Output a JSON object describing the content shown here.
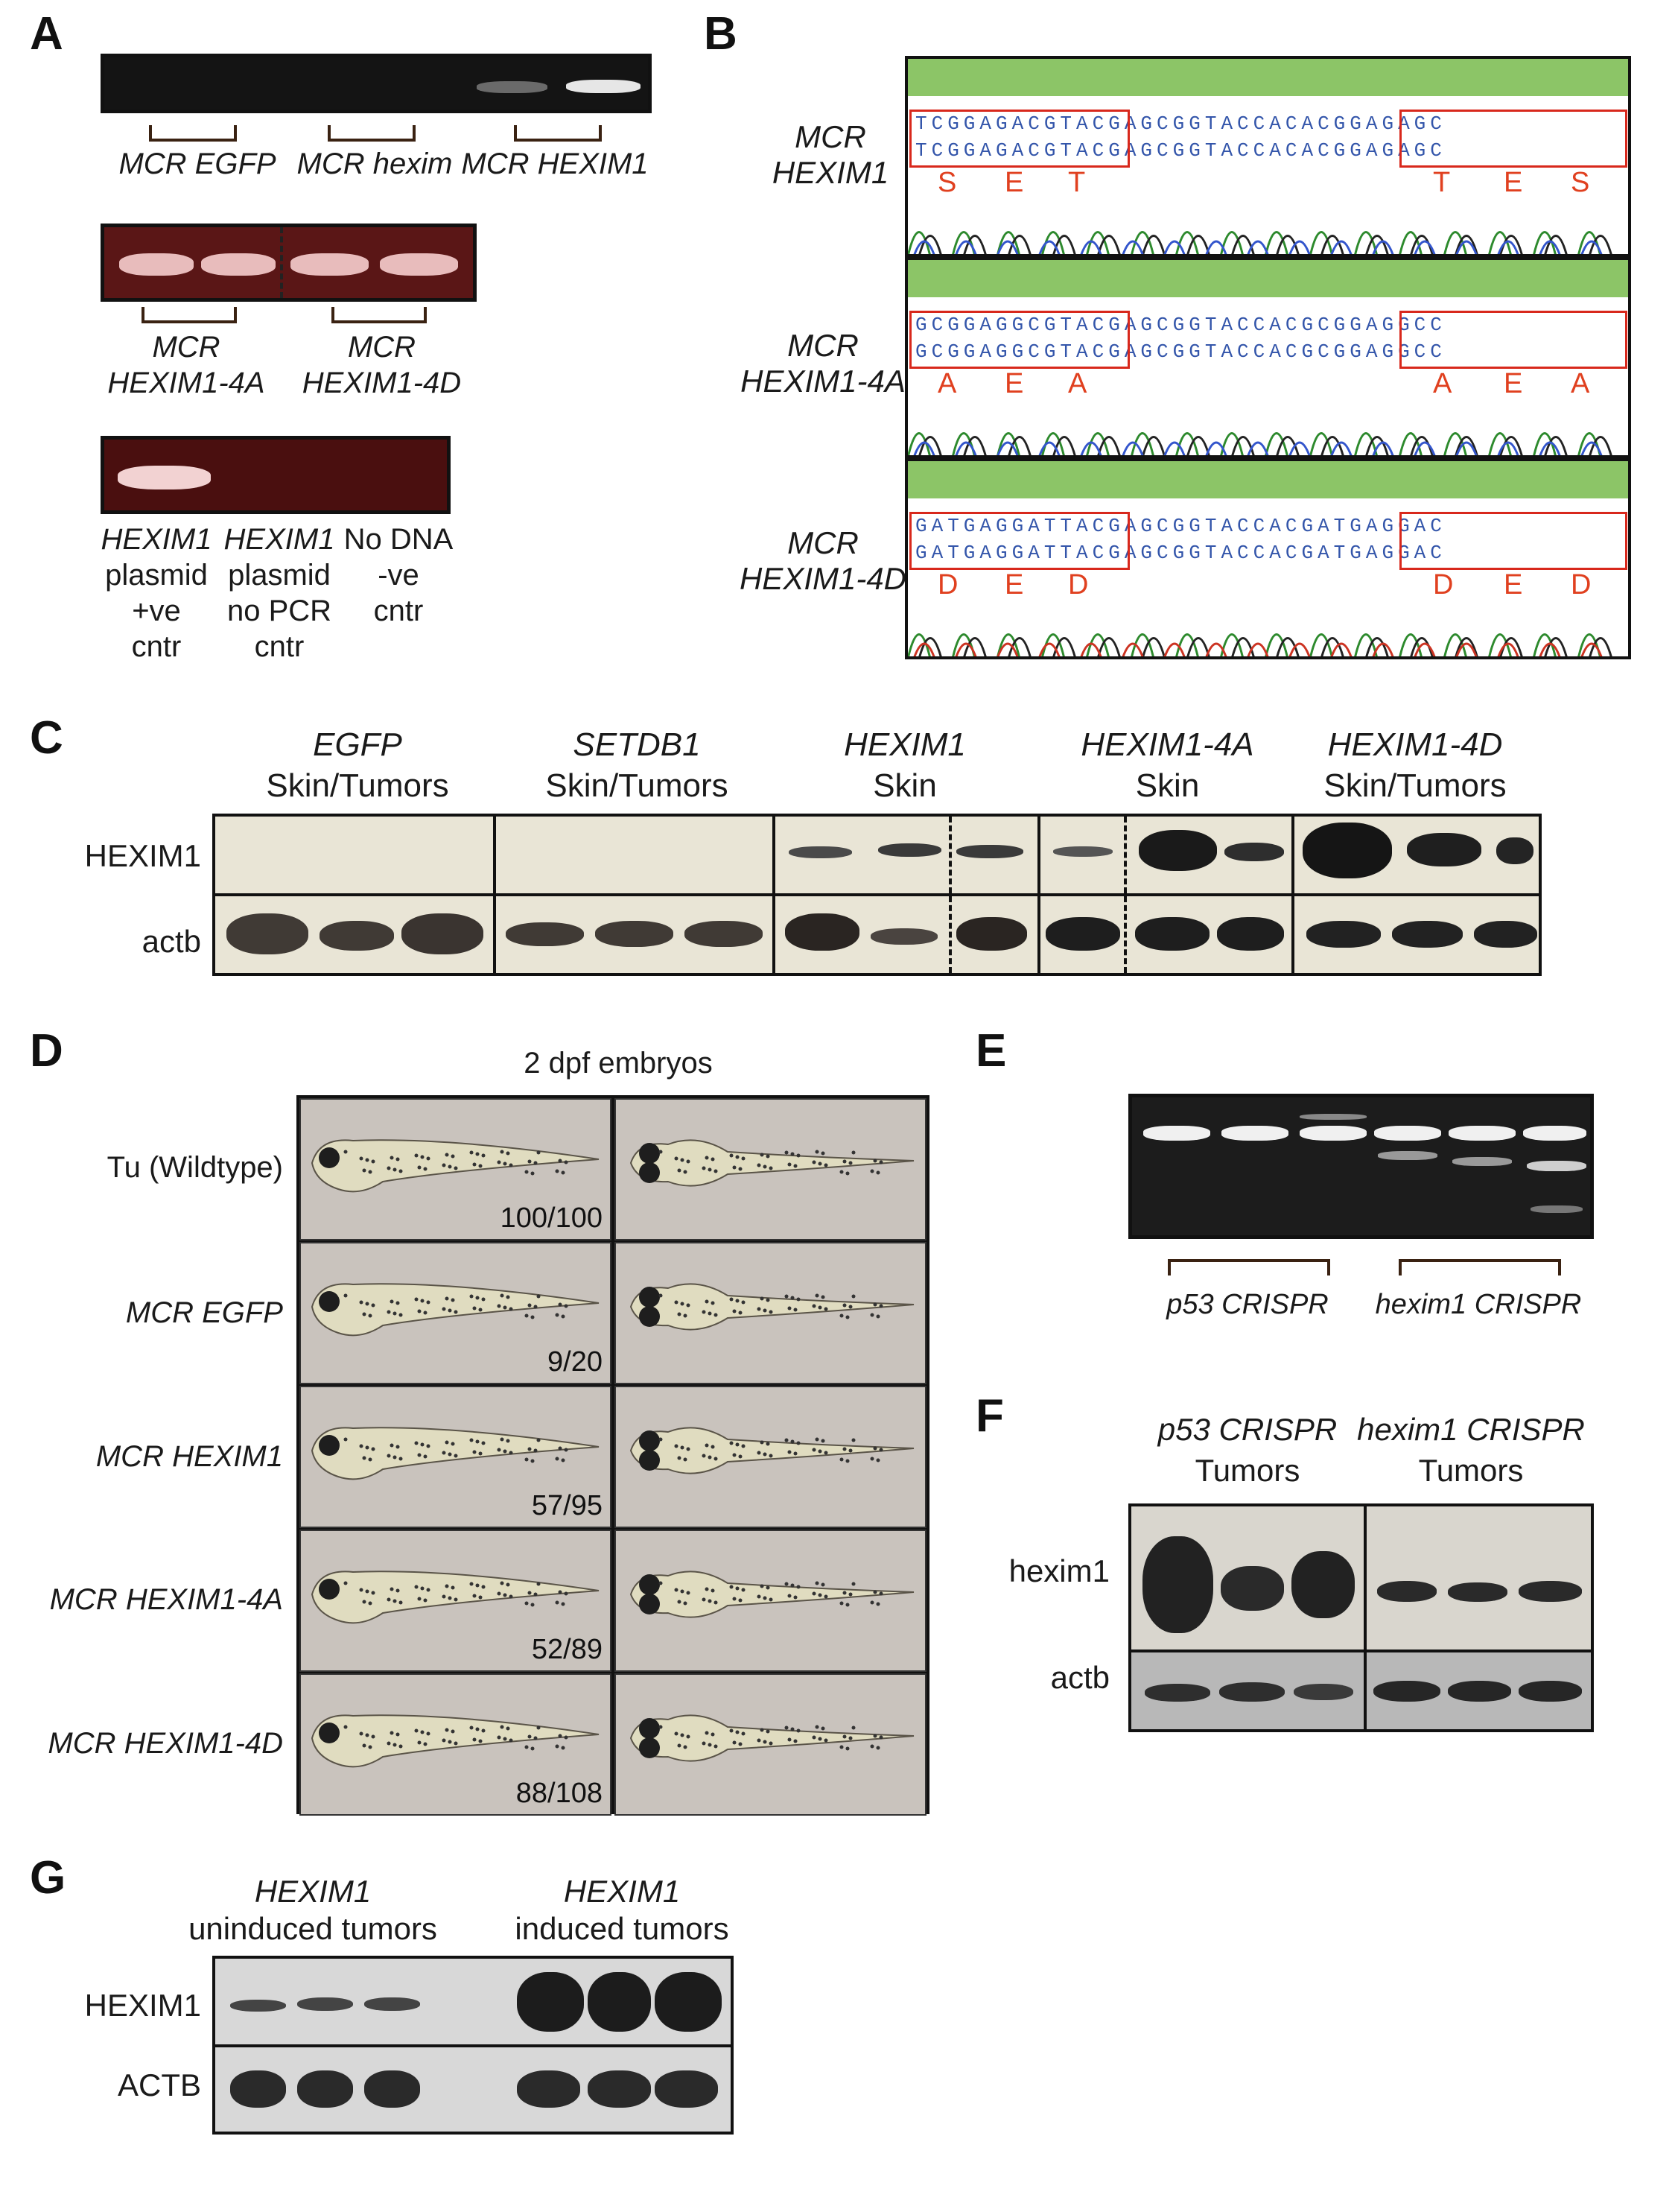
{
  "panels": {
    "A": "A",
    "B": "B",
    "C": "C",
    "D": "D",
    "E": "E",
    "F": "F",
    "G": "G"
  },
  "panelA": {
    "gel1_labels": [
      "MCR EGFP",
      "MCR hexim",
      "MCR HEXIM1"
    ],
    "gel2_labels": [
      [
        "MCR",
        "HEXIM1-4A"
      ],
      [
        "MCR",
        "HEXIM1-4D"
      ]
    ],
    "gel3_labels": [
      [
        "HEXIM1",
        "plasmid",
        "+ve",
        "cntr"
      ],
      [
        "HEXIM1",
        "plasmid",
        "no PCR",
        "cntr"
      ],
      [
        "No DNA",
        "-ve",
        "cntr",
        ""
      ]
    ]
  },
  "panelB": {
    "rows": [
      {
        "label": [
          "MCR",
          "HEXIM1"
        ],
        "seq1": "TCGGAGACGTACGAGCGGTACCACACGGAGAGC",
        "seq2": "TCGGAGACGTACGAGCGGTACCACACGGAGAGC",
        "aa_left": [
          "S",
          "E",
          "T"
        ],
        "aa_right": [
          "T",
          "E",
          "S"
        ]
      },
      {
        "label": [
          "MCR",
          "HEXIM1-4A"
        ],
        "seq1": "GCGGAGGCGTACGAGCGGTACCACGCGGAGGCC",
        "seq2": "GCGGAGGCGTACGAGCGGTACCACGCGGAGGCC",
        "aa_left": [
          "A",
          "E",
          "A"
        ],
        "aa_right": [
          "A",
          "E",
          "A"
        ]
      },
      {
        "label": [
          "MCR",
          "HEXIM1-4D"
        ],
        "seq1": "GATGAGGATTACGAGCGGTACCACGATGAGGAC",
        "seq2": "GATGAGGATTACGAGCGGTACCACGATGAGGAC",
        "aa_left": [
          "D",
          "E",
          "D"
        ],
        "aa_right": [
          "D",
          "E",
          "D"
        ]
      }
    ]
  },
  "panelC": {
    "groups": [
      {
        "name": "EGFP",
        "sub": "Skin/Tumors"
      },
      {
        "name": "SETDB1",
        "sub": "Skin/Tumors"
      },
      {
        "name": "HEXIM1",
        "sub": "Skin"
      },
      {
        "name": "HEXIM1-4A",
        "sub": "Skin"
      },
      {
        "name": "HEXIM1-4D",
        "sub": "Skin/Tumors"
      }
    ],
    "rows": [
      "HEXIM1",
      "actb"
    ]
  },
  "panelD": {
    "title": "2 dpf embryos",
    "rows": [
      {
        "label": "Tu (Wildtype)",
        "count": "100/100"
      },
      {
        "label": "MCR EGFP",
        "count": "9/20"
      },
      {
        "label": "MCR HEXIM1",
        "count": "57/95"
      },
      {
        "label": "MCR HEXIM1-4A",
        "count": "52/89"
      },
      {
        "label": "MCR HEXIM1-4D",
        "count": "88/108"
      }
    ]
  },
  "panelE": {
    "labels": [
      "p53 CRISPR",
      "hexim1 CRISPR"
    ]
  },
  "panelF": {
    "groups": [
      {
        "name": "p53 CRISPR",
        "sub": "Tumors"
      },
      {
        "name": "hexim1 CRISPR",
        "sub": "Tumors"
      }
    ],
    "rows": [
      "hexim1",
      "actb"
    ]
  },
  "panelG": {
    "groups": [
      {
        "name": "HEXIM1",
        "sub": "uninduced tumors"
      },
      {
        "name": "HEXIM1",
        "sub": "induced tumors"
      }
    ],
    "rows": [
      "HEXIM1",
      "ACTB"
    ]
  }
}
